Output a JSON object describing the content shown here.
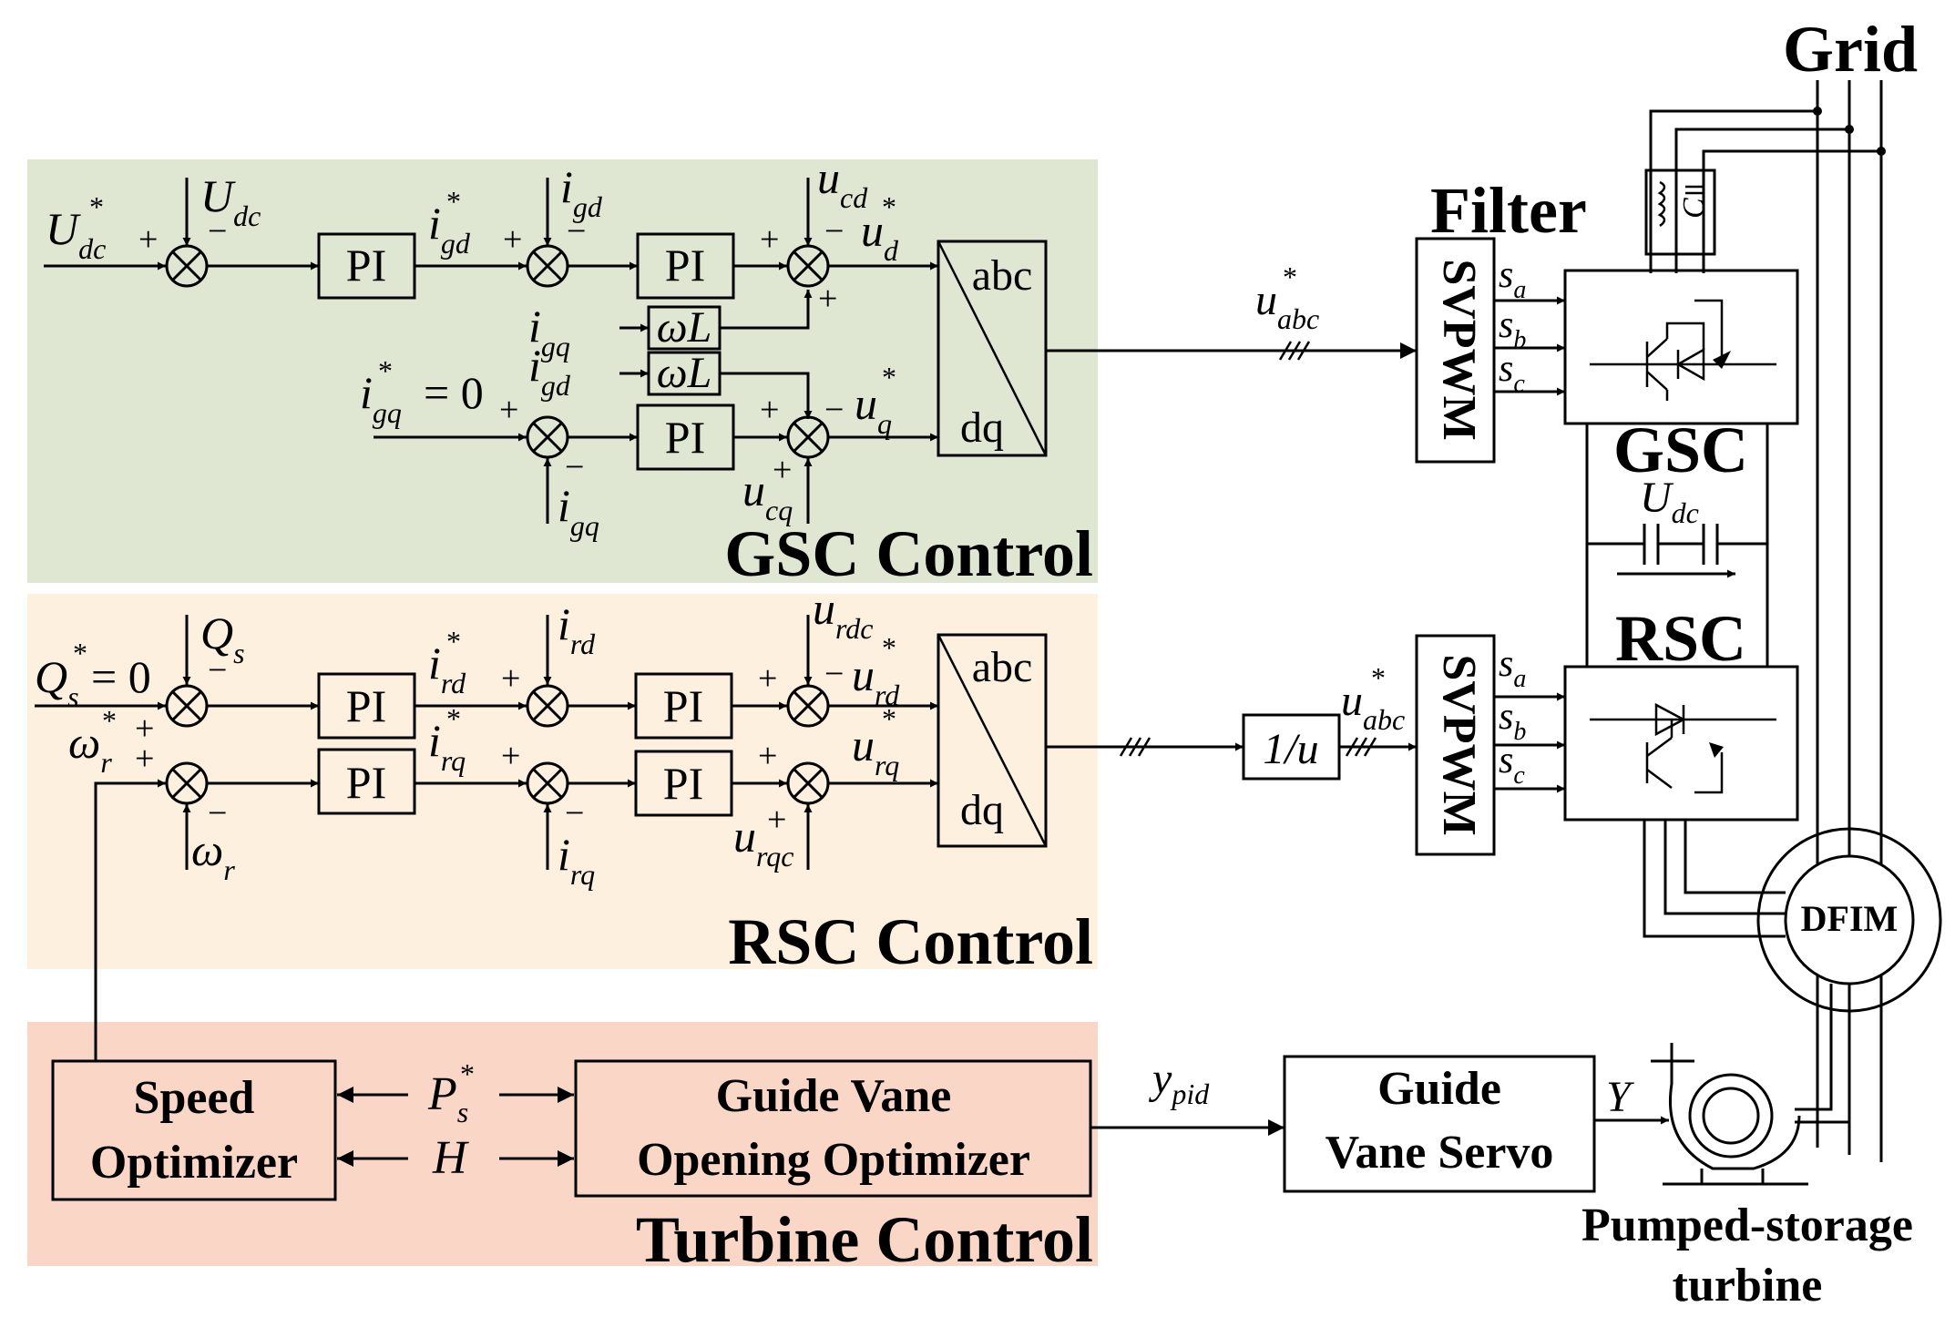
{
  "colors": {
    "gsc_region": "#dfe6d2",
    "rsc_region": "#fdf0df",
    "turbine_region": "#f9d6c6",
    "speed_box": "#f9d6c6",
    "guide_box": "#f9d6c6",
    "line": "#000000"
  },
  "regions": {
    "gsc": "GSC Control",
    "rsc": "RSC Control",
    "turbine": "Turbine Control"
  },
  "gsc": {
    "udc_ref": "U",
    "udc_ref_sub": "dc",
    "udc_ref_sup": "*",
    "udc_fb": "U",
    "udc_fb_sub": "dc",
    "pi1": "PI",
    "igd_ref": "i",
    "igd_ref_sub": "gd",
    "igd_fb": "i",
    "igd_fb_sub": "gd",
    "pi2": "PI",
    "ucd": "u",
    "ucd_sub": "cd",
    "ud_ref": "u",
    "ud_ref_sub": "d",
    "wl1": "ωL",
    "wl2": "ωL",
    "igq_in": "i",
    "igq_in_sub": "gq",
    "igd_in": "i",
    "igd_in_sub": "gd",
    "igq_ref": "i",
    "igq_ref_sub": "gq",
    "igq_ref_eq": "= 0",
    "pi3": "PI",
    "uq_ref": "u",
    "uq_ref_sub": "q",
    "ucq": "u",
    "ucq_sub": "cq",
    "igq_fb": "i",
    "igq_fb_sub": "gq",
    "abc": "abc",
    "dq": "dq"
  },
  "rsc": {
    "qs_ref": "Q",
    "qs_ref_sub": "s",
    "qs_ref_eq": "= 0",
    "qs_fb": "Q",
    "qs_fb_sub": "s",
    "wr_ref": "ω",
    "wr_ref_sub": "r",
    "wr_fb": "ω",
    "wr_fb_sub": "r",
    "pi1": "PI",
    "pi2": "PI",
    "ird_ref": "i",
    "ird_ref_sub": "rd",
    "irq_ref": "i",
    "irq_ref_sub": "rq",
    "ird_fb": "i",
    "ird_fb_sub": "rd",
    "irq_fb": "i",
    "irq_fb_sub": "rq",
    "pi3": "PI",
    "pi4": "PI",
    "urdc": "u",
    "urdc_sub": "rdc",
    "urd_ref": "u",
    "urd_ref_sub": "rd",
    "urq_ref": "u",
    "urq_ref_sub": "rq",
    "urqc": "u",
    "urqc_sub": "rqc",
    "abc": "abc",
    "dq": "dq",
    "inv": "1/u"
  },
  "hardware": {
    "grid": "Grid",
    "filter": "Filter",
    "cap": "C",
    "svpwm_top": "SVPWM",
    "svpwm_bottom": "SVPWM",
    "uabc_top": "u",
    "uabc_top_sub": "abc",
    "uabc_bot": "u",
    "uabc_bot_sub": "abc",
    "s_a": "s",
    "s_a_sub": "a",
    "s_b": "s",
    "s_b_sub": "b",
    "s_c": "s",
    "s_c_sub": "c",
    "gsc": "GSC",
    "rsc": "RSC",
    "udc": "U",
    "udc_sub": "dc",
    "dfim": "DFIM",
    "turbine_line1": "Pumped-storage",
    "turbine_line2": "turbine"
  },
  "turbine": {
    "speed_line1": "Speed",
    "speed_line2": "Optimizer",
    "ps": "P",
    "ps_sub": "s",
    "h": "H",
    "guide_line1": "Guide Vane",
    "guide_line2": "Opening Optimizer",
    "ypid": "y",
    "ypid_sub": "pid",
    "servo_line1": "Guide",
    "servo_line2": "Vane Servo",
    "y": "Y"
  },
  "signs": {
    "plus": "+",
    "minus": "−",
    "star": "*"
  }
}
